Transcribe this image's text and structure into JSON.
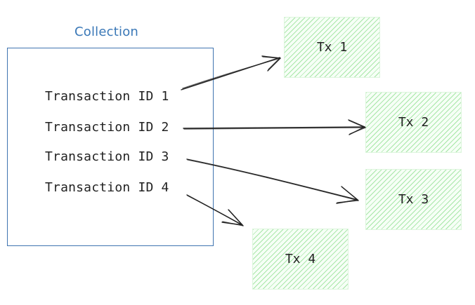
{
  "diagram": {
    "collection": {
      "title": "Collection",
      "items": [
        {
          "label": "Transaction ID 1"
        },
        {
          "label": "Transaction ID 2"
        },
        {
          "label": "Transaction ID 3"
        },
        {
          "label": "Transaction ID 4"
        }
      ]
    },
    "transactions": [
      {
        "label": "Tx 1"
      },
      {
        "label": "Tx 2"
      },
      {
        "label": "Tx 3"
      },
      {
        "label": "Tx 4"
      }
    ]
  }
}
